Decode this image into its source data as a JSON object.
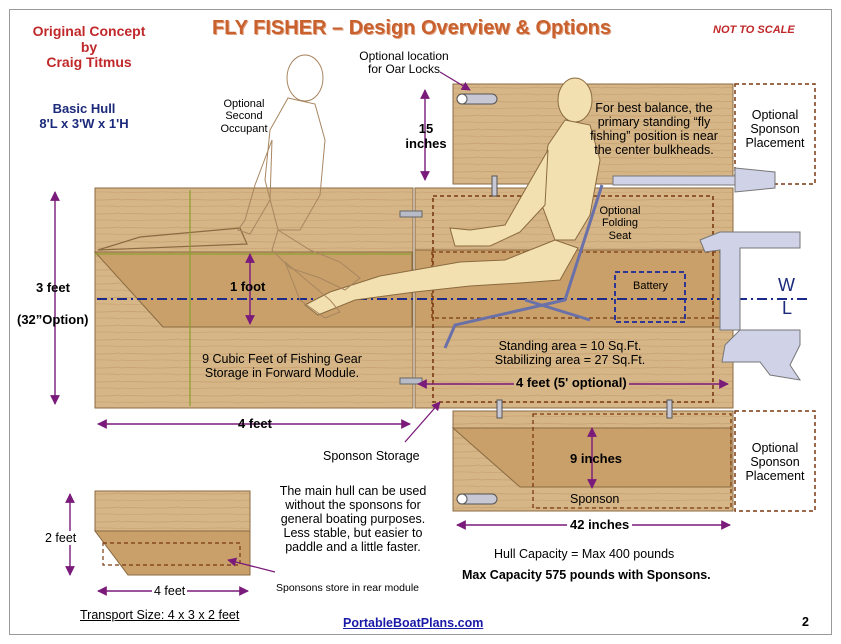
{
  "header": {
    "concept_line1": "Original Concept",
    "concept_line2": "by",
    "concept_line3": "Craig Titmus",
    "title": "FLY  FISHER – Design Overview & Options",
    "not_to_scale": "NOT TO SCALE"
  },
  "basic_hull": {
    "line1": "Basic Hull",
    "line2": "8'L x 3'W x 1'H"
  },
  "labels": {
    "optional_second_occupant": [
      "Optional",
      "Second",
      "Occupant"
    ],
    "oar_locks": [
      "Optional location",
      "for Oar Locks"
    ],
    "fifteen_inches": [
      "15",
      "inches"
    ],
    "balance_note": [
      "For best balance, the",
      "primary standing “fly",
      "fishing” position is near",
      "the center bulkheads."
    ],
    "optional_sponson_top": [
      "Optional",
      "Sponson",
      "Placement"
    ],
    "folding_seat": [
      "Optional",
      "Folding",
      "Seat"
    ],
    "battery": "Battery",
    "wl_w": "W",
    "wl_l": "L",
    "three_feet": "3 feet",
    "option_32": "(32”Option)",
    "one_foot": "1 foot",
    "storage_note": [
      "9 Cubic Feet of Fishing Gear",
      "Storage in Forward Module."
    ],
    "standing_area": "Standing area = 10 Sq.Ft.",
    "stabilizing_area": "Stabilizing area = 27 Sq.Ft.",
    "four_feet_five": "4 feet  (5' optional)",
    "four_feet": "4 feet",
    "sponson_storage": "Sponson Storage",
    "nine_inches": "9 inches",
    "sponson": "Sponson",
    "optional_sponson_bottom": [
      "Optional",
      "Sponson",
      "Placement"
    ],
    "forty_two_inches": "42 inches",
    "two_feet": "2 feet",
    "transport_four_feet": "4 feet",
    "sponsons_store": "Sponsons store in rear module",
    "main_hull_note": [
      "The main hull can be used",
      "without the sponsons for",
      "general boating purposes.",
      "Less stable, but easier to",
      "paddle and a little faster."
    ],
    "hull_capacity": "Hull Capacity = Max 400 pounds",
    "max_capacity": "Max Capacity 575 pounds with Sponsons.",
    "transport_size": "Transport Size: 4 x 3 x 2 feet"
  },
  "footer": {
    "website": "PortableBoatPlans.com",
    "page_number": "2"
  },
  "colors": {
    "wood": "#d4b084",
    "wood_dark": "#bd935f",
    "title": "#c8612e",
    "red_text": "#c0282a",
    "navy_text": "#1b2a7a",
    "arrow": "#7a1a7a",
    "dashed_box": "#7a3a10",
    "battery": "#1b2a9a",
    "motor": "#cfd0e6"
  }
}
